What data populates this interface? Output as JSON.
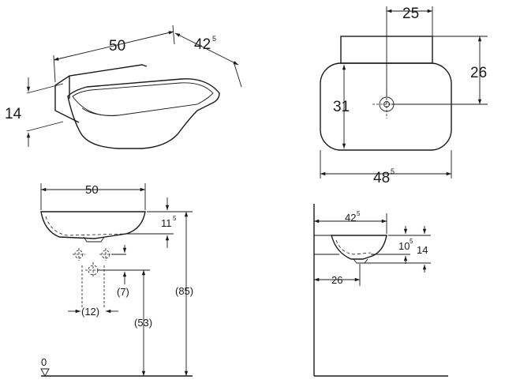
{
  "iso_view": {
    "width": "50",
    "depth_main": "42",
    "depth_sup": "5",
    "height": "14"
  },
  "top_view": {
    "tap_width": "25",
    "tap_depth": "26",
    "bowl_depth": "31",
    "total_width_main": "48",
    "total_width_sup": "5"
  },
  "front_view": {
    "width": "50",
    "rim_height_main": "11",
    "rim_height_sup": "5",
    "outlet_height": "(7)",
    "outlet_spacing": "(12)",
    "outlet_floor": "(53)",
    "total_height": "(85)",
    "floor_level": "0"
  },
  "side_view": {
    "depth_main": "42",
    "depth_sup": "5",
    "inner_height_main": "10",
    "inner_height_sup": "5",
    "outer_height": "14",
    "outlet_offset": "26"
  }
}
